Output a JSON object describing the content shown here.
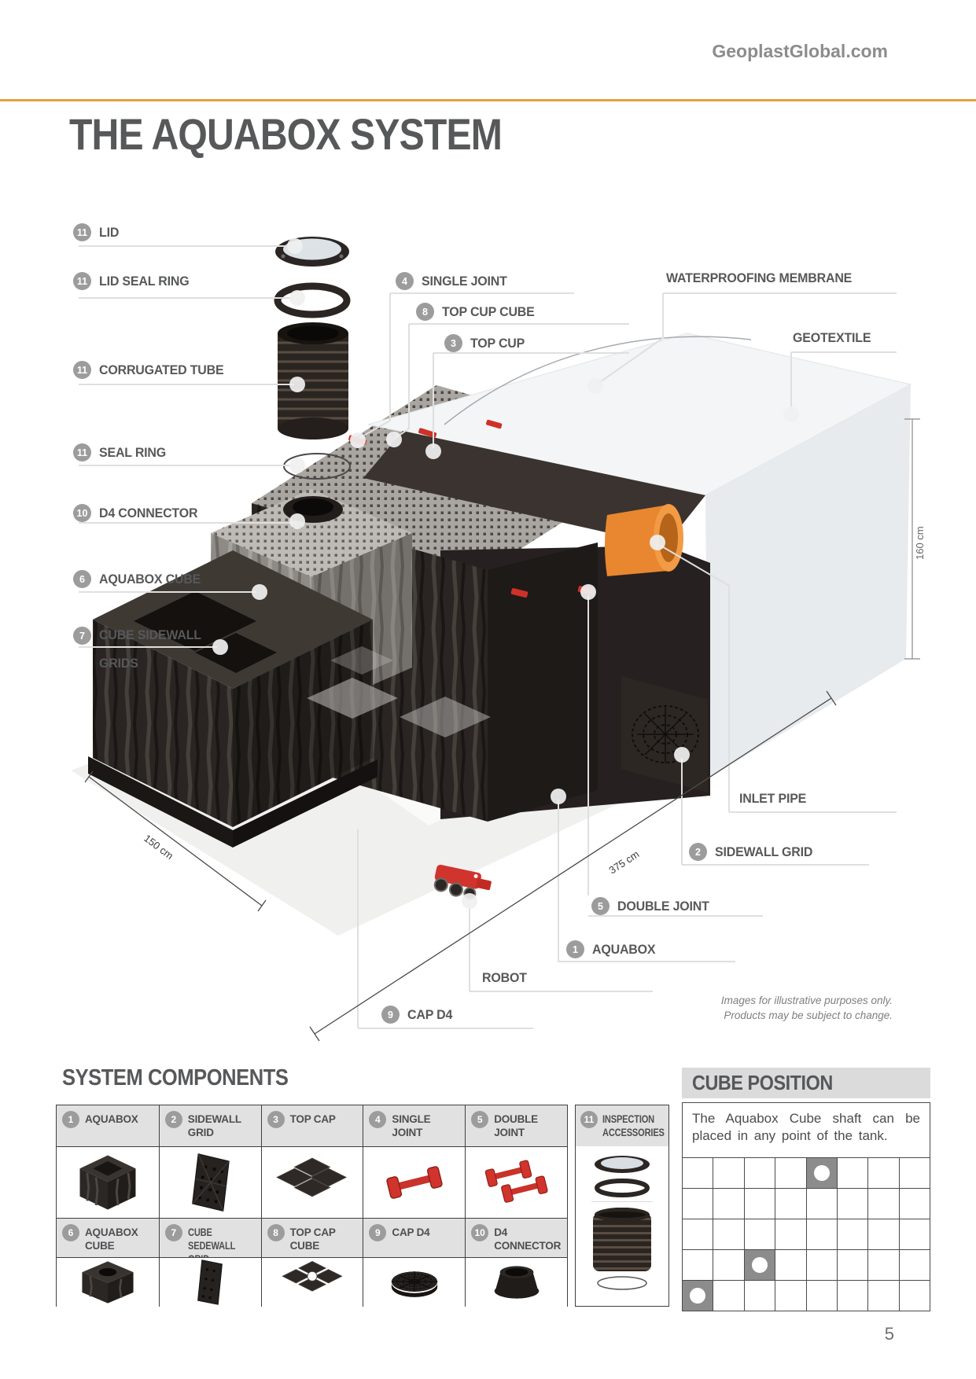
{
  "header": {
    "site": "GeoplastGlobal.com"
  },
  "title": "THE AQUABOX SYSTEM",
  "diagram": {
    "callouts": {
      "lid": {
        "num": "11",
        "label": "LID"
      },
      "lid_seal_ring": {
        "num": "11",
        "label": "LID SEAL RING"
      },
      "corrugated_tube": {
        "num": "11",
        "label": "CORRUGATED TUBE"
      },
      "seal_ring": {
        "num": "11",
        "label": "SEAL RING"
      },
      "d4_connector": {
        "num": "10",
        "label": "D4 CONNECTOR"
      },
      "aquabox_cube": {
        "num": "6",
        "label": "AQUABOX CUBE"
      },
      "cube_sidewall_grids": {
        "num": "7",
        "label": "CUBE SIDEWALL GRIDS"
      },
      "single_joint": {
        "num": "4",
        "label": "SINGLE JOINT"
      },
      "top_cup_cube": {
        "num": "8",
        "label": "TOP CUP CUBE"
      },
      "top_cup": {
        "num": "3",
        "label": "TOP CUP"
      },
      "waterproofing_membrane": {
        "label": "WATERPROOFING MEMBRANE"
      },
      "geotextile": {
        "label": "GEOTEXTILE"
      },
      "inlet_pipe": {
        "label": "INLET PIPE"
      },
      "sidewall_grid": {
        "num": "2",
        "label": "SIDEWALL GRID"
      },
      "double_joint": {
        "num": "5",
        "label": "DOUBLE JOINT"
      },
      "aquabox": {
        "num": "1",
        "label": "AQUABOX"
      },
      "robot": {
        "label": "ROBOT"
      },
      "cap_d4": {
        "num": "9",
        "label": "CAP D4"
      }
    },
    "dimensions": {
      "height": "160 cm",
      "length": "375 cm",
      "width": "150 cm"
    },
    "note": {
      "line1": "Images for illustrative purposes only.",
      "line2": "Products may be subject to change."
    }
  },
  "components": {
    "heading": "SYSTEM COMPONENTS",
    "row1": [
      {
        "num": "1",
        "label": "AQUABOX"
      },
      {
        "num": "2",
        "label": "SIDEWALL GRID"
      },
      {
        "num": "3",
        "label": "TOP CAP"
      },
      {
        "num": "4",
        "label": "SINGLE JOINT"
      },
      {
        "num": "5",
        "label": "DOUBLE JOINT"
      }
    ],
    "row2": [
      {
        "num": "6",
        "label": "AQUABOX CUBE"
      },
      {
        "num": "7",
        "label": "CUBE SEDEWALL GRID"
      },
      {
        "num": "8",
        "label": "TOP CAP CUBE"
      },
      {
        "num": "9",
        "label": "CAP D4"
      },
      {
        "num": "10",
        "label": "D4 CONNECTOR"
      }
    ],
    "accessories": {
      "num": "11",
      "label": "INSPECTION ACCESSORIES"
    }
  },
  "cube_position": {
    "heading": "CUBE POSITION",
    "description": "The Aquabox Cube shaft can be placed in any point of the tank.",
    "grid": {
      "cols": 8,
      "rows": 5,
      "marked_cells": [
        {
          "row": 1,
          "col": 5
        },
        {
          "row": 4,
          "col": 3
        },
        {
          "row": 5,
          "col": 1
        }
      ]
    }
  },
  "footer": {
    "page_number": "5"
  },
  "colors": {
    "accent_orange": "#E7A03C",
    "text_dark": "#57585A",
    "badge_gray": "#9C9C9C",
    "joint_red": "#CE3128",
    "pipe_orange": "#E8872F"
  }
}
